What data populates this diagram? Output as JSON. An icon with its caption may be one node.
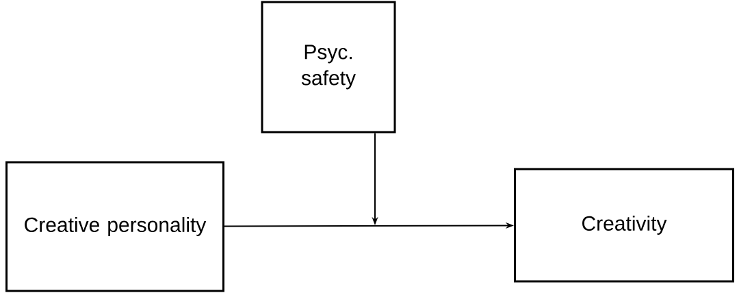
{
  "diagram": {
    "nodes": [
      {
        "text": [
          "Psyc. safety"
        ]
      },
      {
        "text": [
          "Creative personality"
        ]
      },
      {
        "text": [
          "Creativity"
        ]
      }
    ],
    "edges": [
      {
        "from": 1,
        "to": 2,
        "arrow": "to"
      },
      {
        "from": 0,
        "to": null,
        "arrow": "to"
      }
    ]
  }
}
